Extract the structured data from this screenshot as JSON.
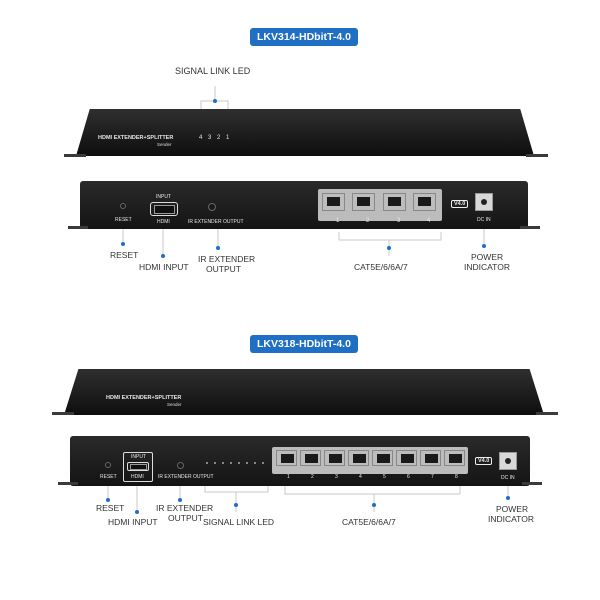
{
  "top": {
    "model": "LKV314-HDbitT-4.0",
    "front_logo": "HDMI EXTENDER+SPLITTER",
    "front_sub": "Sender",
    "front_led_numbers": [
      "4",
      "3",
      "2",
      "1"
    ],
    "callout_signal_led": "SIGNAL LINK LED",
    "rear": {
      "reset_label": "RESET",
      "input_label": "INPUT",
      "hdmi_label": "HDMI",
      "ir_label": "IR EXTENDER OUTPUT",
      "port_numbers": [
        "1",
        "2",
        "3",
        "4"
      ],
      "version": "V4.0",
      "dcin_label": "DC IN"
    },
    "callouts": {
      "reset": "RESET",
      "hdmi_input": "HDMI INPUT",
      "ir_line1": "IR EXTENDER",
      "ir_line2": "OUTPUT",
      "cat": "CAT5E/6/6A/7",
      "power_line1": "POWER",
      "power_line2": "INDICATOR"
    }
  },
  "bottom": {
    "model": "LKV318-HDbitT-4.0",
    "front_logo": "HDMI EXTENDER+SPLITTER",
    "front_sub": "Sender",
    "rear": {
      "reset_label": "RESET",
      "input_label": "INPUT",
      "hdmi_label": "HDMI",
      "ir_label": "IR EXTENDER OUTPUT",
      "port_numbers": [
        "1",
        "2",
        "3",
        "4",
        "5",
        "6",
        "7",
        "8"
      ],
      "version": "V4.0",
      "dcin_label": "DC IN"
    },
    "callouts": {
      "reset": "RESET",
      "hdmi_input": "HDMI INPUT",
      "ir_line1": "IR EXTENDER",
      "ir_line2": "OUTPUT",
      "signal_led": "SIGNAL LINK LED",
      "cat": "CAT5E/6/6A/7",
      "power_line1": "POWER",
      "power_line2": "INDICATOR"
    }
  },
  "colors": {
    "accent": "#1f6fc4",
    "device": "#1b1b1b",
    "callout_line": "#c8c8c8"
  }
}
